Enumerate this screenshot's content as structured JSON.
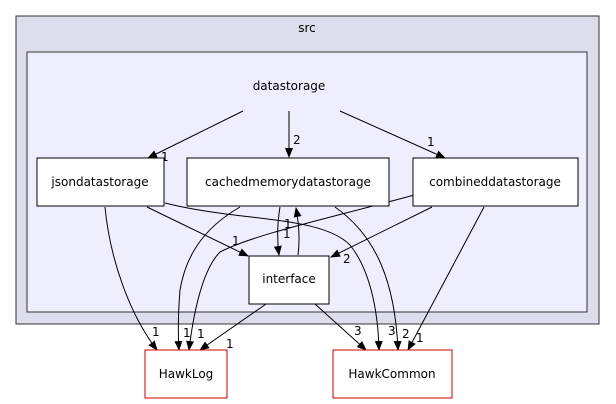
{
  "clusters": {
    "outer_title": "src",
    "inner_title": "datastorage"
  },
  "nodes": {
    "jsondatastorage": "jsondatastorage",
    "cachedmemorydatastorage": "cachedmemorydatastorage",
    "combineddatastorage": "combineddatastorage",
    "interface": "interface",
    "hawklog": "HawkLog",
    "hawkcommon": "HawkCommon"
  },
  "edge_labels": {
    "ds_to_json": "1",
    "ds_to_cached": "2",
    "ds_to_combined": "1",
    "json_to_interface": "1",
    "json_to_hawklog": "1",
    "json_to_hawkcommon": "2",
    "cached_to_interface": "1",
    "interface_to_cached": "1",
    "cached_to_hawklog": "1",
    "cached_to_hawkcommon": "3",
    "combined_to_interface": "2",
    "combined_to_hawklog": "1",
    "combined_to_hawkcommon": "1",
    "interface_to_hawklog": "1",
    "interface_to_hawkcommon": "3"
  },
  "colors": {
    "outer_fill": "#ddddee",
    "inner_fill": "#eeeeff",
    "cluster_stroke": "#333333",
    "node_fill": "#ffffff",
    "node_stroke": "#000000",
    "external_stroke": "#cc0000",
    "edge": "#000000"
  }
}
